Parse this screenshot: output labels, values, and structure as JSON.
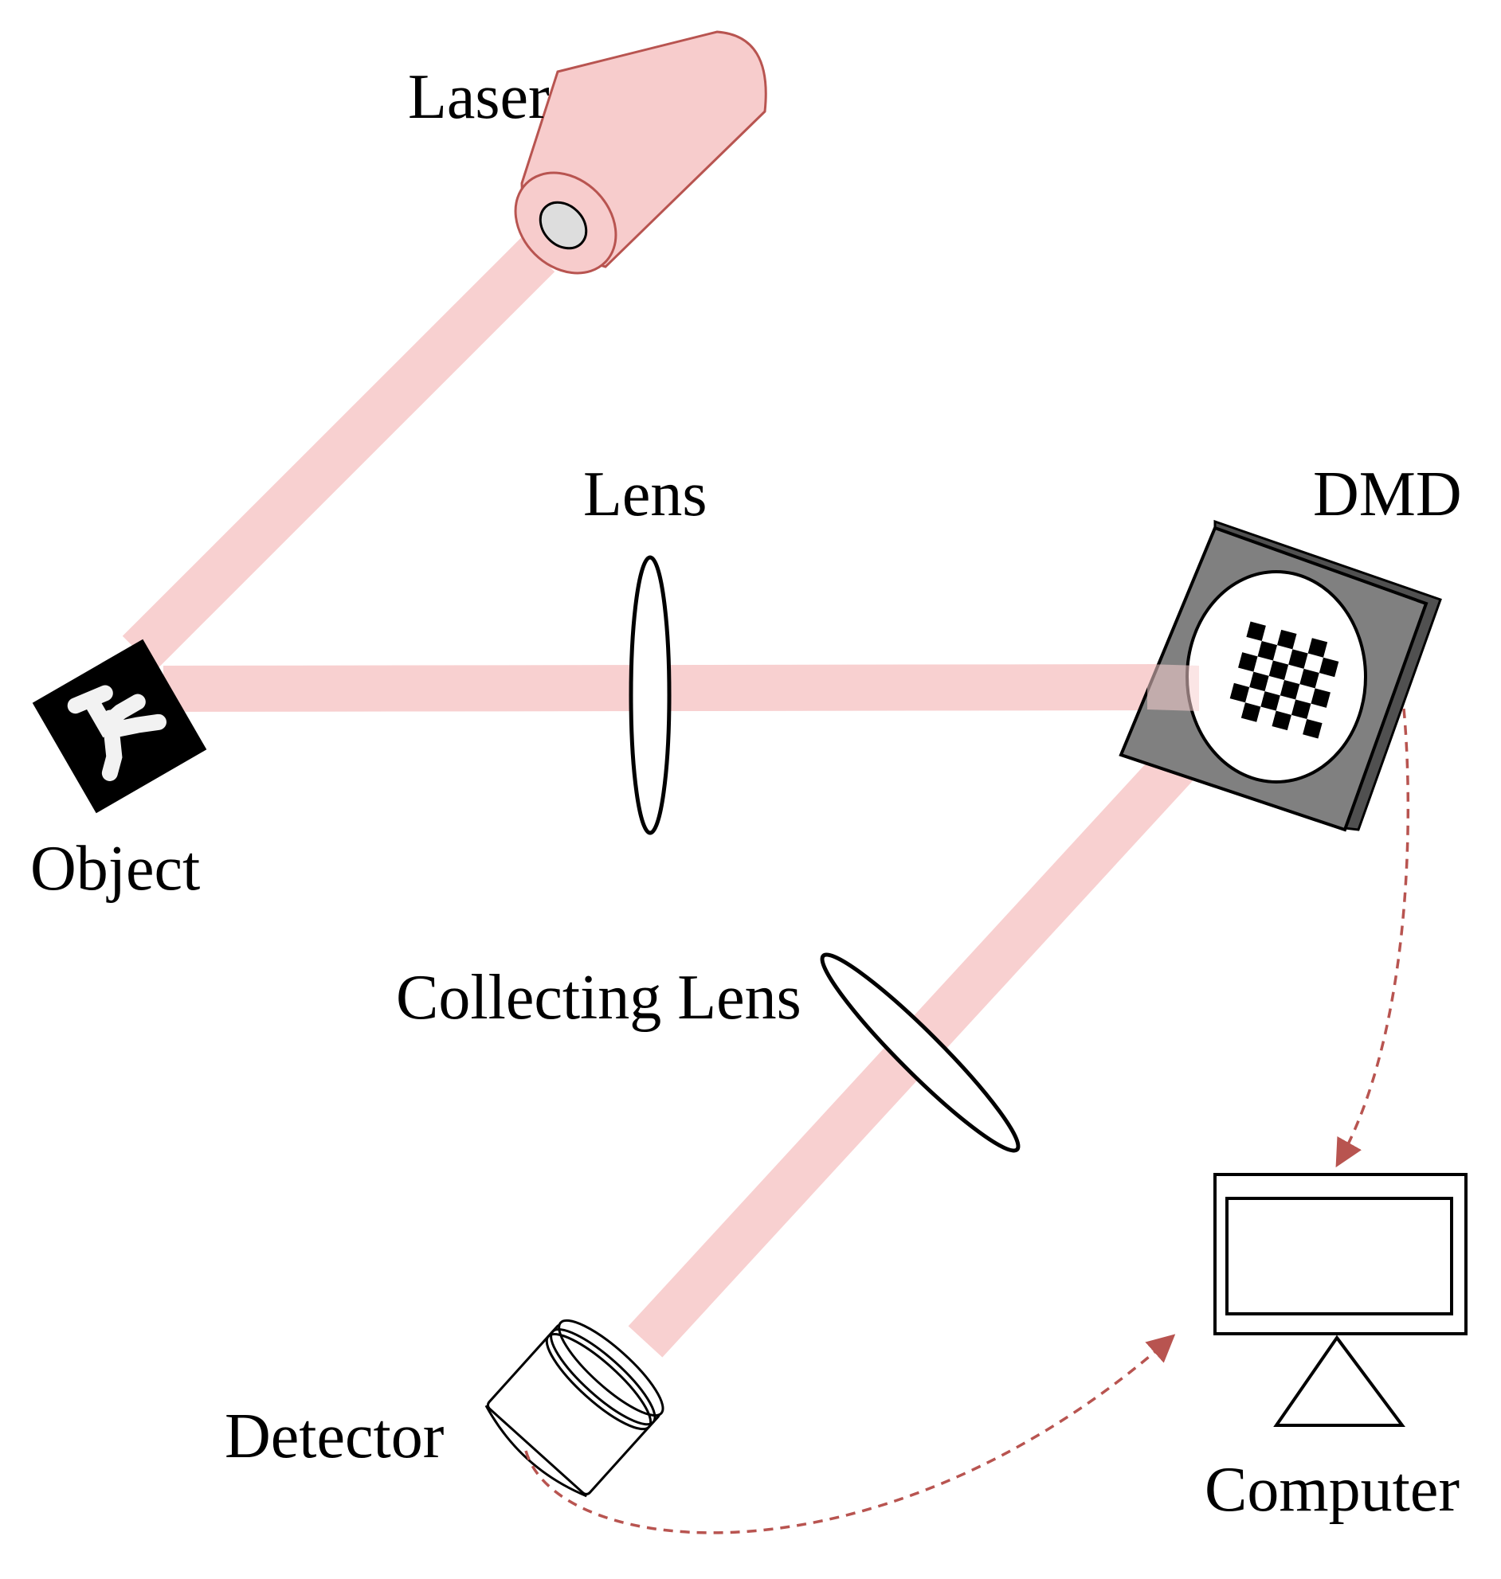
{
  "labels": {
    "laser": "Laser",
    "lens": "Lens",
    "dmd": "DMD",
    "object": "Object",
    "collecting_lens": "Collecting Lens",
    "detector": "Detector",
    "computer": "Computer"
  },
  "colors": {
    "beam": "#f8d0d0",
    "laser_body": "#f7cccc",
    "laser_outline": "#b85450",
    "signal_arrow": "#b85450",
    "dmd_frame": "#808080",
    "dmd_edge": "#505050",
    "outline": "#000000"
  },
  "icons": {
    "laser": "laser-cylinder-icon",
    "object": "handwritten-digit-object-icon",
    "dmd": "checkerboard-mirror-array-icon",
    "detector": "photodetector-icon",
    "computer": "monitor-icon"
  }
}
